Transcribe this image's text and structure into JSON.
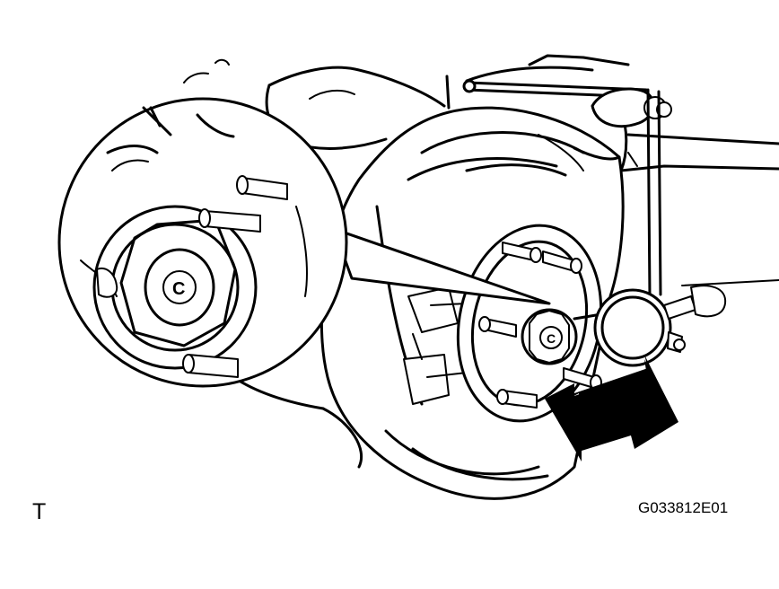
{
  "labels": {
    "corner_mark": "T",
    "figure_code": "G033812E01"
  },
  "callouts": {
    "hub_nut_letter": "C",
    "detail_nut_letter": "C"
  },
  "colors": {
    "line": "#000000",
    "background": "#ffffff"
  },
  "icons": {
    "measure_direction": "double-arrow-icon"
  }
}
